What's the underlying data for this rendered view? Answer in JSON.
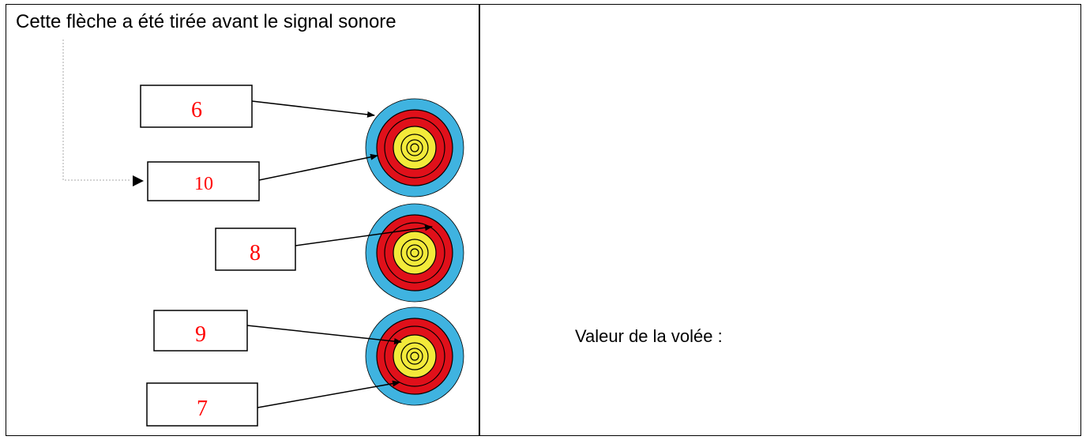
{
  "caption": "Cette flèche a été tirée avant le signal sonore",
  "volley_label": "Valeur de la volée :",
  "colors": {
    "target_outer": "#3fb3e0",
    "target_red": "#e0101a",
    "target_yellow": "#f3ea3a",
    "target_ring_line": "#000000",
    "score_text": "#ff0000"
  },
  "scores": [
    {
      "value": "6",
      "target": 1
    },
    {
      "value": "10",
      "target": 1
    },
    {
      "value": "8",
      "target": 2
    },
    {
      "value": "9",
      "target": 3
    },
    {
      "value": "7",
      "target": 3
    }
  ]
}
